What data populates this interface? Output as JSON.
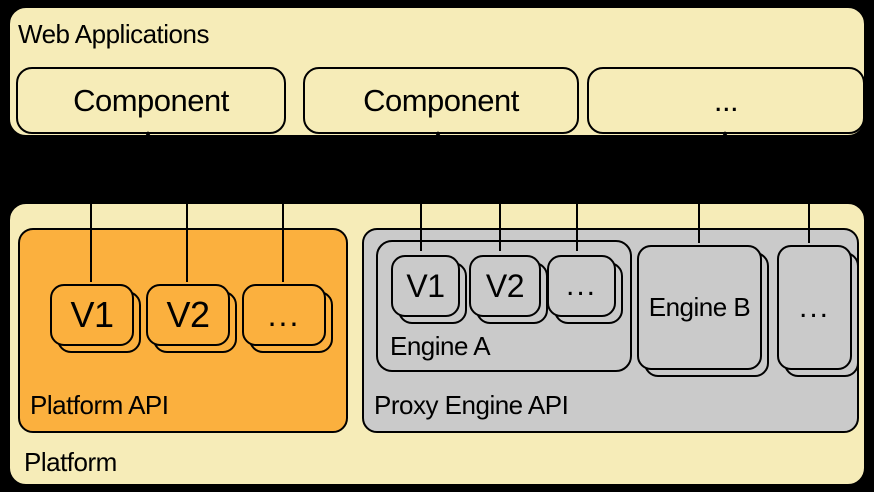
{
  "colors": {
    "background": "#000000",
    "pale": "#F6ECB8",
    "orange": "#FBB03E",
    "gray": "#CACACA",
    "stroke": "#000000"
  },
  "web_applications": {
    "label": "Web Applications",
    "components": [
      {
        "label": "Component"
      },
      {
        "label": "Component"
      },
      {
        "label": "..."
      }
    ]
  },
  "platform": {
    "label": "Platform",
    "platform_api": {
      "label": "Platform API",
      "versions": [
        {
          "label": "V1"
        },
        {
          "label": "V2"
        },
        {
          "label": "..."
        }
      ]
    },
    "proxy_engine_api": {
      "label": "Proxy Engine API",
      "engines": [
        {
          "label": "Engine A",
          "versions": [
            {
              "label": "V1"
            },
            {
              "label": "V2"
            },
            {
              "label": "..."
            }
          ]
        },
        {
          "label": "Engine B"
        },
        {
          "label": "..."
        }
      ]
    }
  }
}
